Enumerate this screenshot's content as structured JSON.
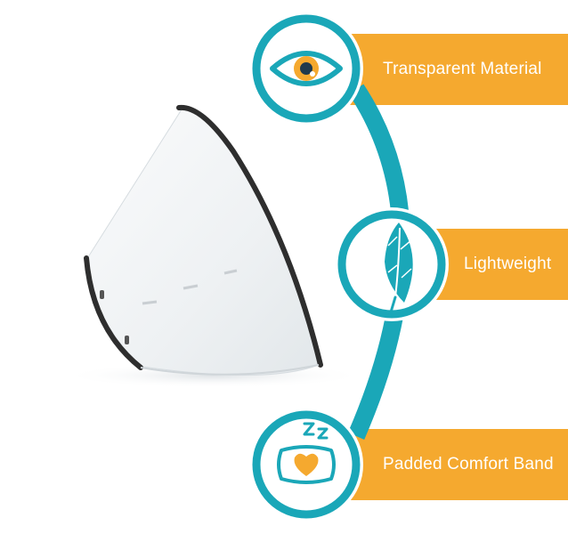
{
  "colors": {
    "teal": "#1aa7b8",
    "orange": "#f5a92f",
    "cone_rim": "#2e2e2e",
    "cone_body": "#eef1f3",
    "heart": "#f5a92f"
  },
  "product": {
    "icon": "cone-collar-icon"
  },
  "features": [
    {
      "label": "Transparent Material",
      "icon": "eye-icon"
    },
    {
      "label": "Lightweight",
      "icon": "feather-icon"
    },
    {
      "label": "Padded Comfort Band",
      "icon": "pillow-heart-icon"
    }
  ]
}
